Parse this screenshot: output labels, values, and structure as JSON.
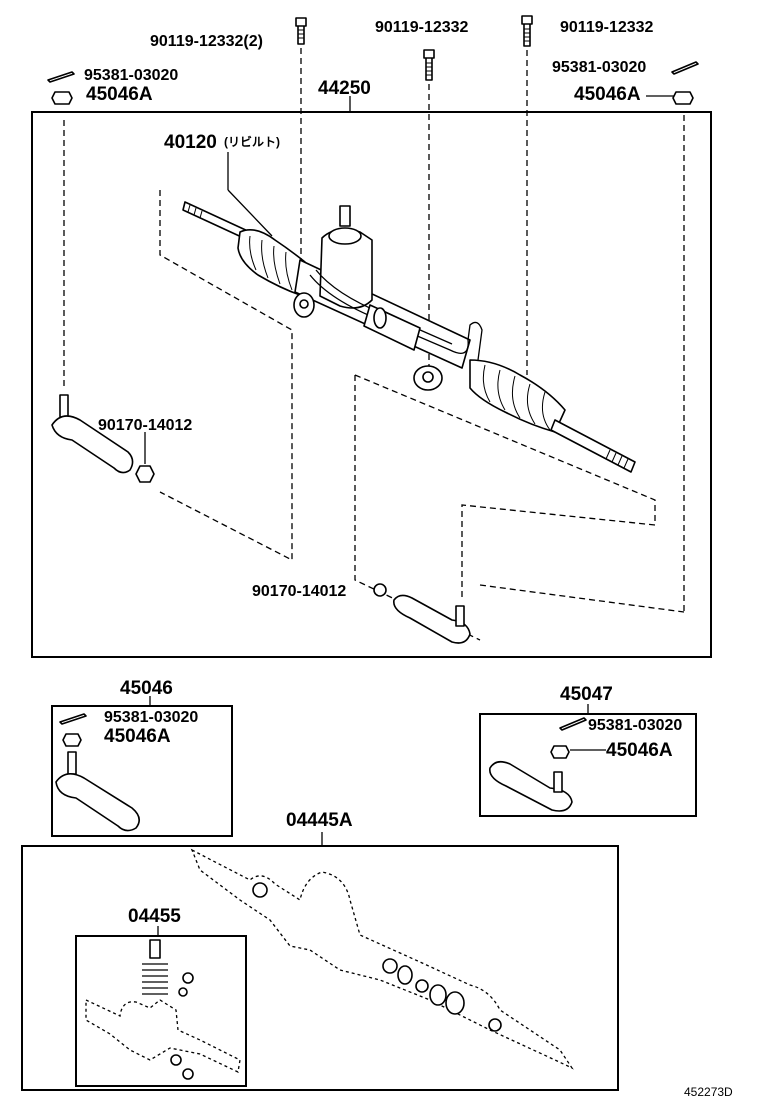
{
  "labels": {
    "bolt_a": "90119-12332(2)",
    "bolt_b": "90119-12332",
    "bolt_c": "90119-12332",
    "pin_left": "95381-03020",
    "nut_left": "45046A",
    "assy": "44250",
    "pin_right": "95381-03020",
    "nut_right": "45046A",
    "rack": "40120",
    "rack_note": "(リビルト)",
    "nut_mid": "90170-14012",
    "nut_bottom": "90170-14012",
    "end_left_title": "45046",
    "end_left_pin": "95381-03020",
    "end_left_nut": "45046A",
    "end_right_title": "45047",
    "end_right_pin": "95381-03020",
    "end_right_nut": "45046A",
    "kit": "04445A",
    "gasket_kit": "04455",
    "ref": "452273D"
  }
}
